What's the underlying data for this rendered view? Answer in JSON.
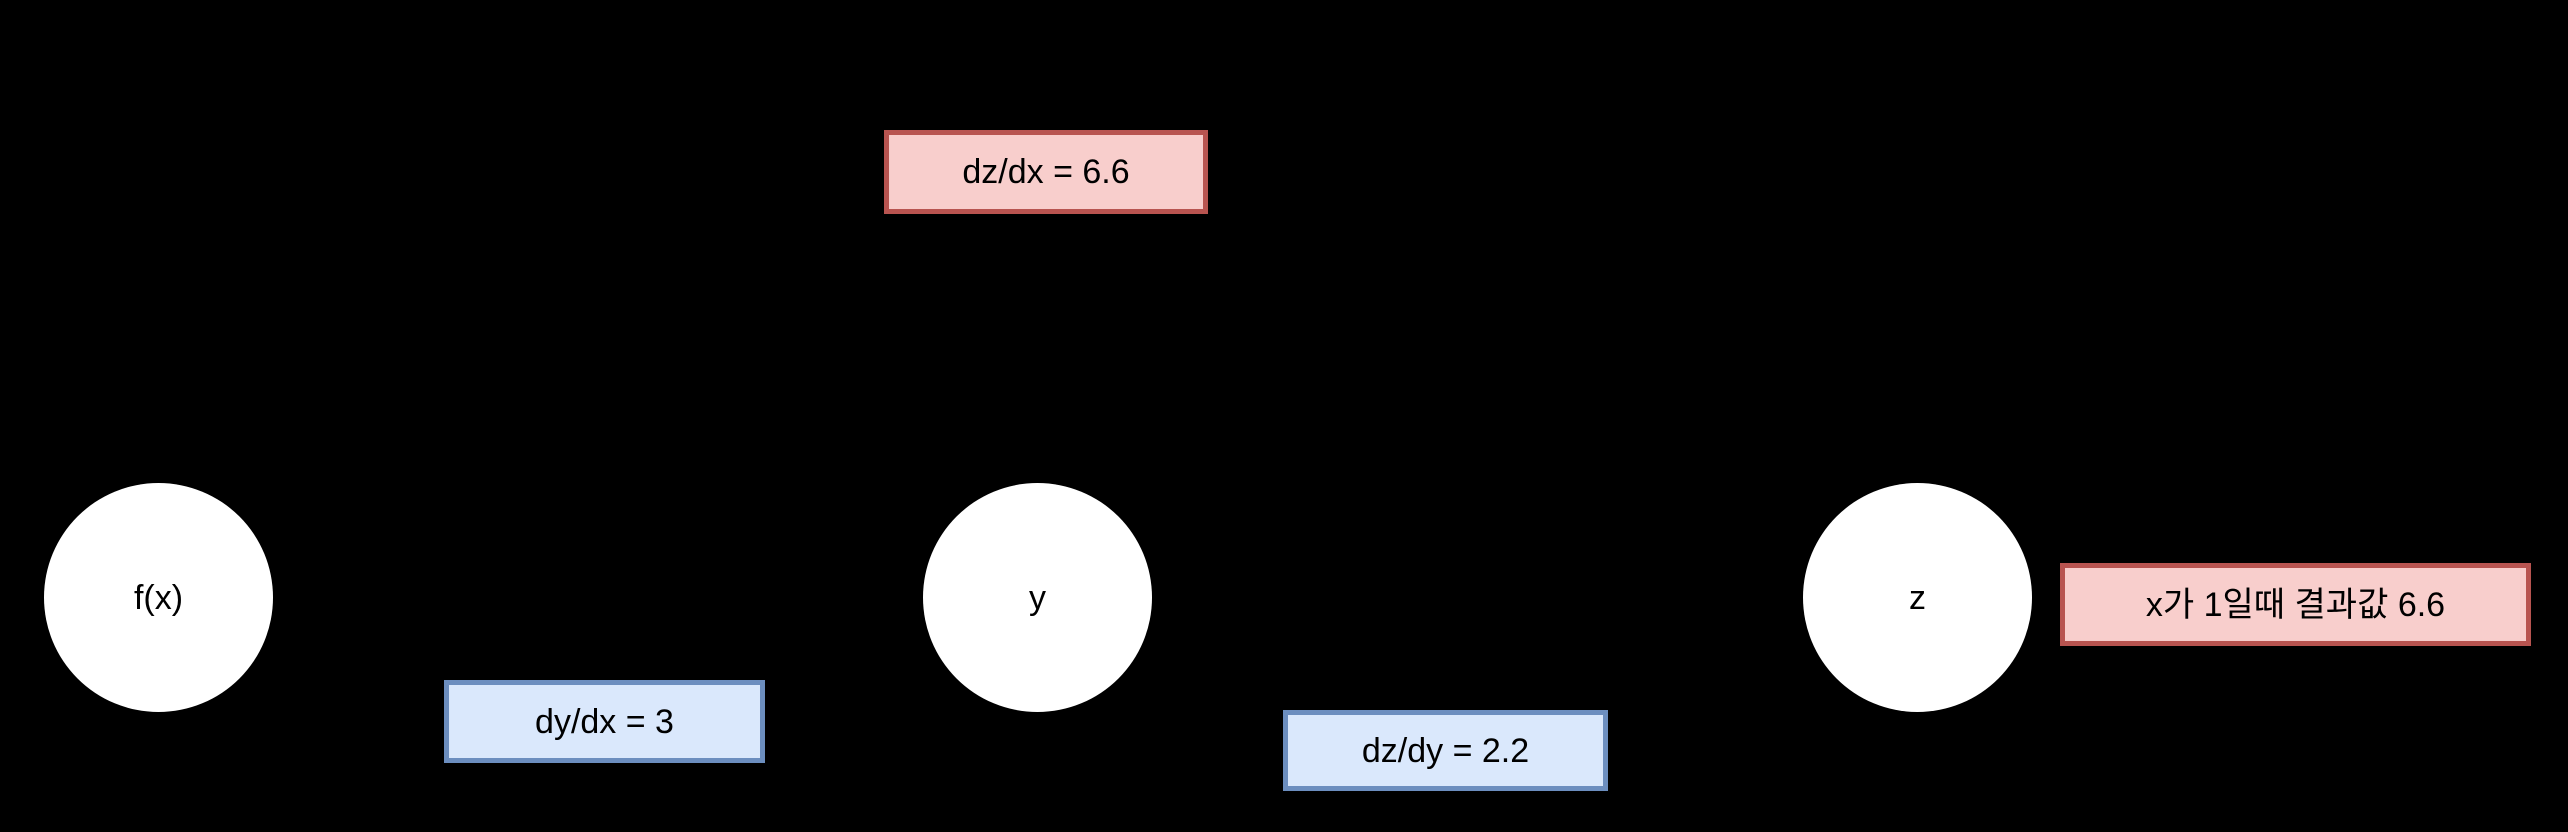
{
  "diagram": {
    "title": "chain-rule-computational-graph",
    "background_color": "#000000",
    "nodes": [
      {
        "id": "fx",
        "label": "f(x)",
        "fill": "#FFFFFF",
        "text_color": "#000000"
      },
      {
        "id": "y",
        "label": "y",
        "fill": "#FFFFFF",
        "text_color": "#000000"
      },
      {
        "id": "z",
        "label": "z",
        "fill": "#FFFFFF",
        "text_color": "#000000"
      }
    ],
    "annotations": [
      {
        "id": "dzdx",
        "label": "dz/dx = 6.6",
        "fill": "#F8CECC",
        "border": "#B85450"
      },
      {
        "id": "dydx",
        "label": "dy/dx = 3",
        "fill": "#DAE8FC",
        "border": "#6C8EBF"
      },
      {
        "id": "dzdy",
        "label": "dz/dy = 2.2",
        "fill": "#DAE8FC",
        "border": "#6C8EBF"
      },
      {
        "id": "result",
        "label": "x가 1일때 결과값 6.6",
        "fill": "#F8CECC",
        "border": "#B85450"
      }
    ]
  }
}
